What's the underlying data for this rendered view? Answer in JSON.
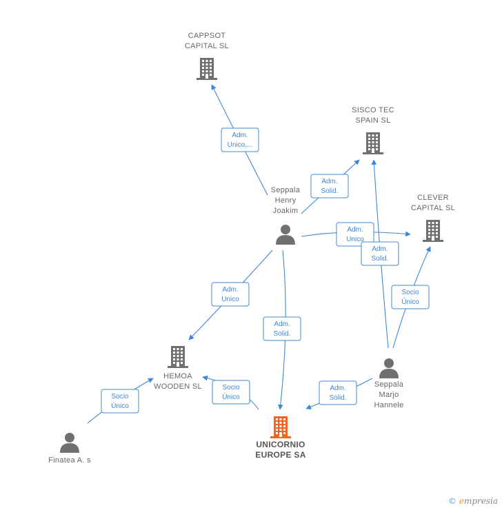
{
  "nodes": {
    "cappsot": {
      "type": "company",
      "lines": [
        "CAPPSOT",
        "CAPITAL  SL"
      ],
      "color": "#707070"
    },
    "sisco": {
      "type": "company",
      "lines": [
        "SISCO TEC",
        "SPAIN SL"
      ],
      "color": "#707070"
    },
    "clever": {
      "type": "company",
      "lines": [
        "CLEVER",
        "CAPITAL  SL"
      ],
      "color": "#707070"
    },
    "henry": {
      "type": "person",
      "lines": [
        "Seppala",
        "Henry",
        "Joakim"
      ],
      "color": "#707070"
    },
    "hemoa": {
      "type": "company",
      "lines": [
        "HEMOA",
        "WOODEN  SL"
      ],
      "color": "#707070"
    },
    "unicornio": {
      "type": "company",
      "lines": [
        "UNICORNIO",
        "EUROPE SA"
      ],
      "color": "#f26522",
      "main": true
    },
    "marjo": {
      "type": "person",
      "lines": [
        "Seppala",
        "Marjo",
        "Hannele"
      ],
      "color": "#707070"
    },
    "finatea": {
      "type": "person",
      "lines": [
        "Finatea A. s"
      ],
      "color": "#707070"
    }
  },
  "edges": [
    {
      "from": "henry",
      "to": "cappsot",
      "label": [
        "Adm.",
        "Unico,..."
      ]
    },
    {
      "from": "henry",
      "to": "sisco",
      "label": [
        "Adm.",
        "Solid."
      ]
    },
    {
      "from": "henry",
      "to": "clever",
      "label": [
        "Adm.",
        "Unico"
      ]
    },
    {
      "from": "marjo",
      "to": "sisco",
      "label": [
        "Adm.",
        "Solid."
      ]
    },
    {
      "from": "henry",
      "to": "hemoa",
      "label": [
        "Adm.",
        "Unico"
      ]
    },
    {
      "from": "henry",
      "to": "unicornio",
      "label": [
        "Adm.",
        "Solid."
      ]
    },
    {
      "from": "marjo",
      "to": "clever",
      "label": [
        "Socio",
        "Único"
      ]
    },
    {
      "from": "marjo",
      "to": "unicornio",
      "label": [
        "Adm.",
        "Solid."
      ]
    },
    {
      "from": "unicornio",
      "to": "hemoa",
      "label": [
        "Socio",
        "Único"
      ]
    },
    {
      "from": "finatea",
      "to": "hemoa",
      "label": [
        "Socio",
        "Único"
      ]
    }
  ],
  "colors": {
    "edge": "#3f86d6",
    "icon_gray": "#707070",
    "icon_main": "#f26522"
  },
  "watermark": {
    "copyright": "©",
    "brand_initial": "e",
    "brand_rest": "mpresia"
  }
}
